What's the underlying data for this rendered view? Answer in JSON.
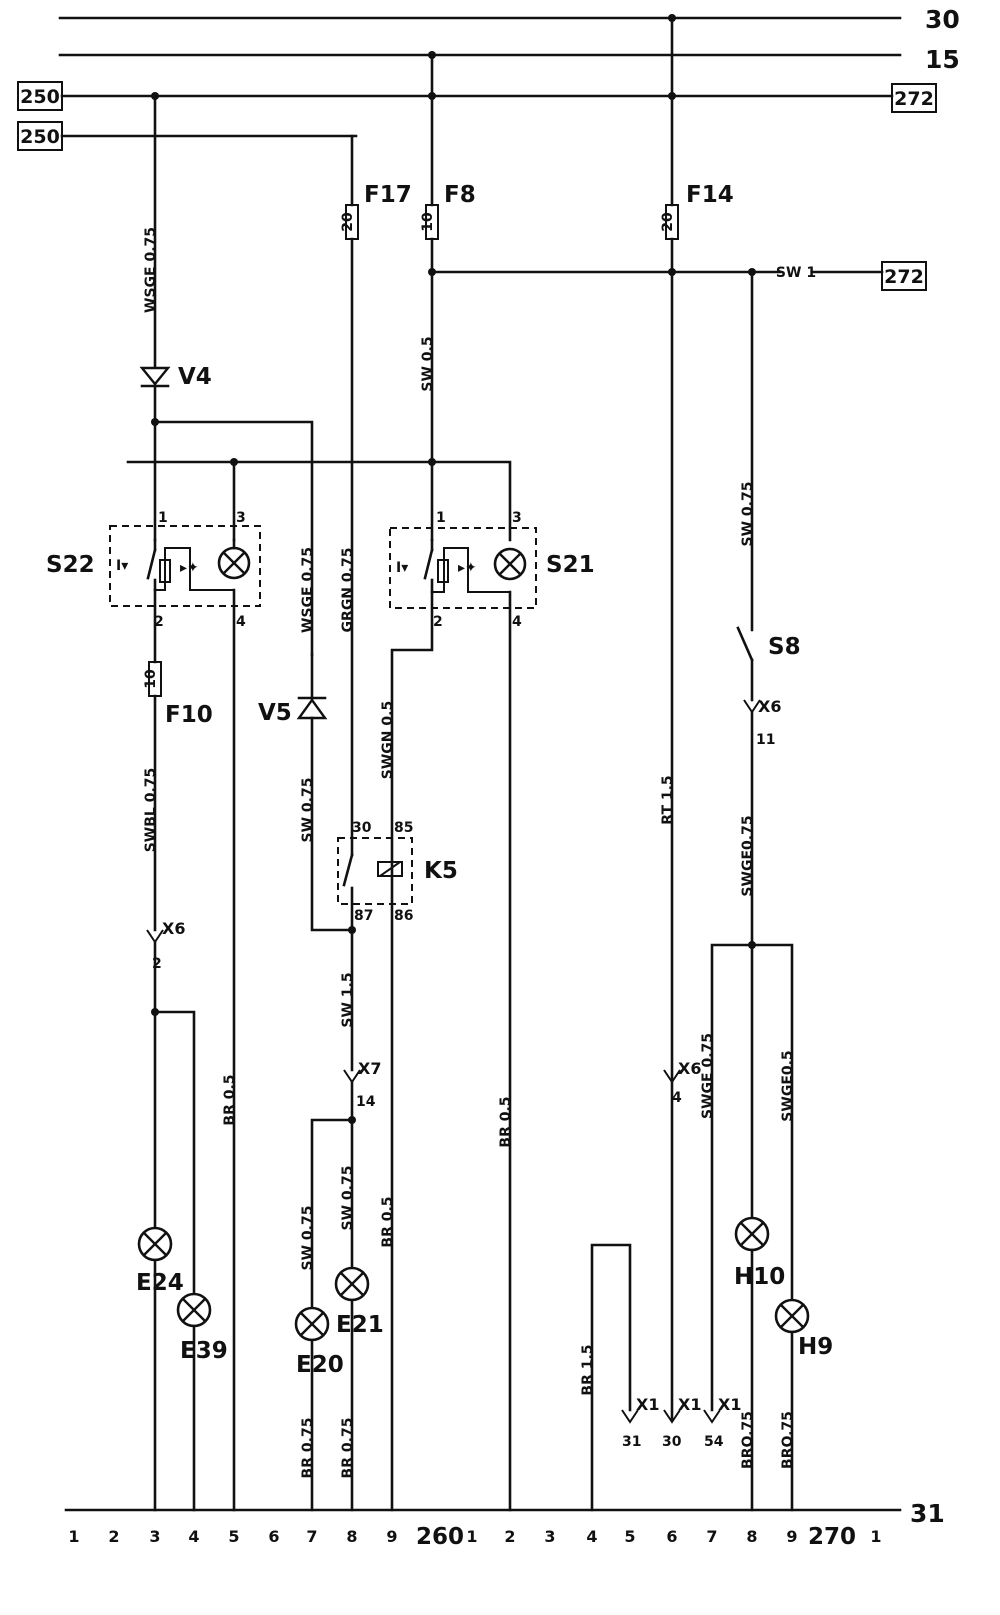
{
  "rails": {
    "r30": "30",
    "r15": "15",
    "r31": "31"
  },
  "refs": {
    "left_top": "250",
    "left_second": "250",
    "right_top": "272",
    "right_sw": "272"
  },
  "fuses": [
    {
      "name": "F17",
      "value": "20"
    },
    {
      "name": "F8",
      "value": "10"
    },
    {
      "name": "F14",
      "value": "20"
    },
    {
      "name": "F10",
      "value": "10"
    }
  ],
  "components": {
    "V4": "V4",
    "V5": "V5",
    "S22": "S22",
    "S21": "S21",
    "S8": "S8",
    "K5": "K5",
    "E24": "E24",
    "E39": "E39",
    "E20": "E20",
    "E21": "E21",
    "H10": "H10",
    "H9": "H9"
  },
  "switch_pins": {
    "p1": "1",
    "p2": "2",
    "p3": "3",
    "p4": "4"
  },
  "relay_pins": {
    "p30": "30",
    "p85": "85",
    "p87": "87",
    "p86": "86"
  },
  "wires": {
    "c1a": "WSGE 0.75",
    "c1b": "SWBL 0.75",
    "c2": "BR 0.5",
    "c3a": "WSGE 0.75",
    "c3b": "SW 0.75",
    "c4": "GRGN 0.75",
    "c5a": "SW 0.5",
    "c5b": "SWGN 0.5",
    "c5c": "BR 0.5",
    "c6": "BR 0.5",
    "c7": "RT 1.5",
    "c8a": "SW 0.75",
    "c8b": "SWGE0.75",
    "c9a": "SWGE 0.75",
    "c9b": "SWGE0.5",
    "c10": "SW 1.5",
    "e20": "SW 0.75",
    "e21": "SW 0.75",
    "br1": "BR 0.75",
    "br2": "BR 0.75",
    "br3": "BR 1.5",
    "br4": "BRO.75",
    "br5": "BRO.75",
    "sw1": "SW 1"
  },
  "connectors": {
    "x6a": "X6",
    "x6a_pin": "2",
    "x6b": "X6",
    "x6b_pin": "11",
    "x6c": "X6",
    "x6c_pin": "4",
    "x7": "X7",
    "x7_pin": "14",
    "x1a": "X1",
    "x1a_pin": "31",
    "x1b": "X1",
    "x1b_pin": "30",
    "x1c": "X1",
    "x1c_pin": "54"
  },
  "grid": {
    "left_page": "260",
    "right_page": "270",
    "ticks": [
      "1",
      "2",
      "3",
      "4",
      "5",
      "6",
      "7",
      "8",
      "9",
      "1",
      "2",
      "3",
      "4",
      "5",
      "6",
      "7",
      "8",
      "9",
      "1"
    ]
  }
}
